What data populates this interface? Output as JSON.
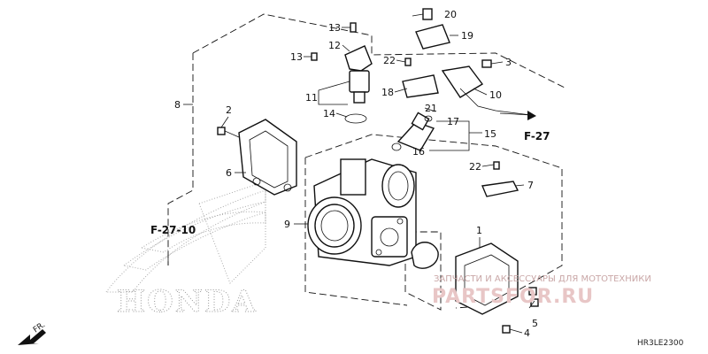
{
  "diagram": {
    "callouts": {
      "c1": "1",
      "c2": "2",
      "c3": "3",
      "c4": "4",
      "c5": "5",
      "c6": "6",
      "c7": "7",
      "c8": "8",
      "c9": "9",
      "c10": "10",
      "c11": "11",
      "c12": "12",
      "c13a": "13",
      "c13b": "13",
      "c14": "14",
      "c15": "15",
      "c16": "16",
      "c17": "17",
      "c18": "18",
      "c19": "19",
      "c20": "20",
      "c21": "21",
      "c22a": "22",
      "c22b": "22"
    },
    "refs": {
      "f27": "F-27",
      "f2710": "F-27-10",
      "fr": "FR."
    },
    "code": "HR3LE2300",
    "logo_text": "HONDA",
    "watermark": {
      "tagline": "ЗАПЧАСТИ И АКСЕССУАРЫ ДЛЯ МОТОТЕХНИКИ",
      "site": "PARTSFOR.RU"
    }
  }
}
